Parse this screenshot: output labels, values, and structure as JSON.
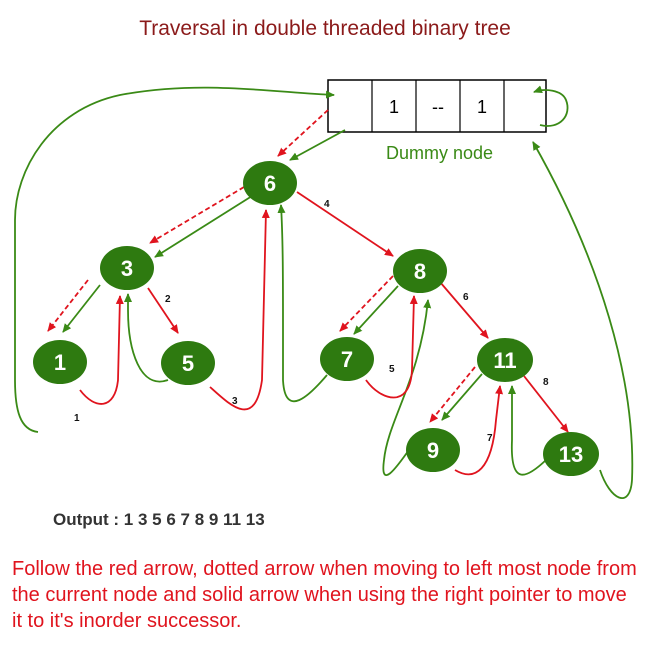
{
  "title": "Traversal in double threaded binary tree",
  "dummy_node": {
    "fields": [
      "",
      "1",
      "--",
      "1",
      ""
    ],
    "label": "Dummy node"
  },
  "nodes": [
    {
      "id": "n6",
      "value": "6"
    },
    {
      "id": "n3",
      "value": "3"
    },
    {
      "id": "n8",
      "value": "8"
    },
    {
      "id": "n1",
      "value": "1"
    },
    {
      "id": "n5",
      "value": "5"
    },
    {
      "id": "n7",
      "value": "7"
    },
    {
      "id": "n11",
      "value": "11"
    },
    {
      "id": "n9",
      "value": "9"
    },
    {
      "id": "n13",
      "value": "13"
    }
  ],
  "step_labels": [
    "1",
    "2",
    "3",
    "4",
    "5",
    "6",
    "7",
    "8"
  ],
  "output": "Output : 1 3 5 6 7 8 9 11 13",
  "note": "Follow the red arrow, dotted arrow when moving to left most node from the current node and solid arrow when using the right pointer to move it to it's inorder successor.",
  "colors": {
    "title": "#8b1a1a",
    "node_fill": "#2e7a10",
    "node_text": "#ffffff",
    "green_arrow": "#3a8a16",
    "red_arrow": "#e0141e",
    "note_text": "#e0141e",
    "dummy_label": "#3a8a16"
  }
}
